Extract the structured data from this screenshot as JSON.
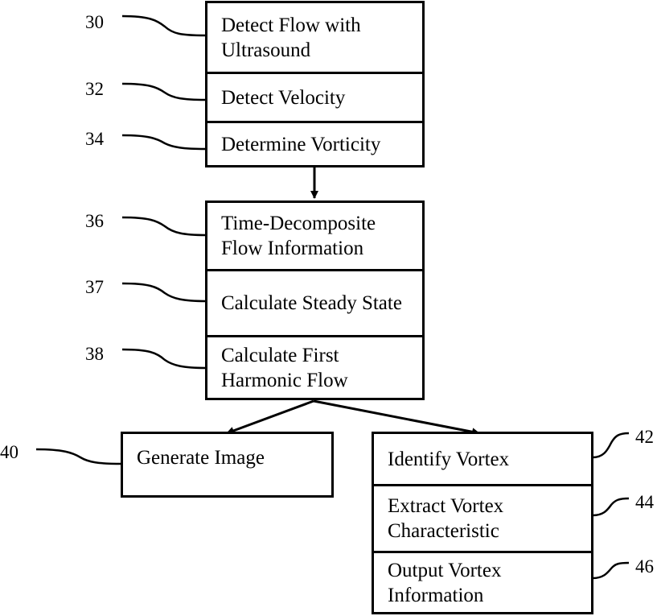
{
  "diagram": {
    "boxes": {
      "b30": "Detect Flow with Ultrasound",
      "b32": "Detect Velocity",
      "b34": "Determine Vorticity",
      "b36": "Time-Decomposite Flow Information",
      "b37": "Calculate Steady State",
      "b38": "Calculate First Harmonic Flow",
      "b40": "Generate Image",
      "b42": "Identify Vortex",
      "b44": "Extract Vortex Characteristic",
      "b46": "Output Vortex Information"
    },
    "labels": {
      "l30": "30",
      "l32": "32",
      "l34": "34",
      "l36": "36",
      "l37": "37",
      "l38": "38",
      "l40": "40",
      "l42": "42",
      "l44": "44",
      "l46": "46"
    }
  }
}
